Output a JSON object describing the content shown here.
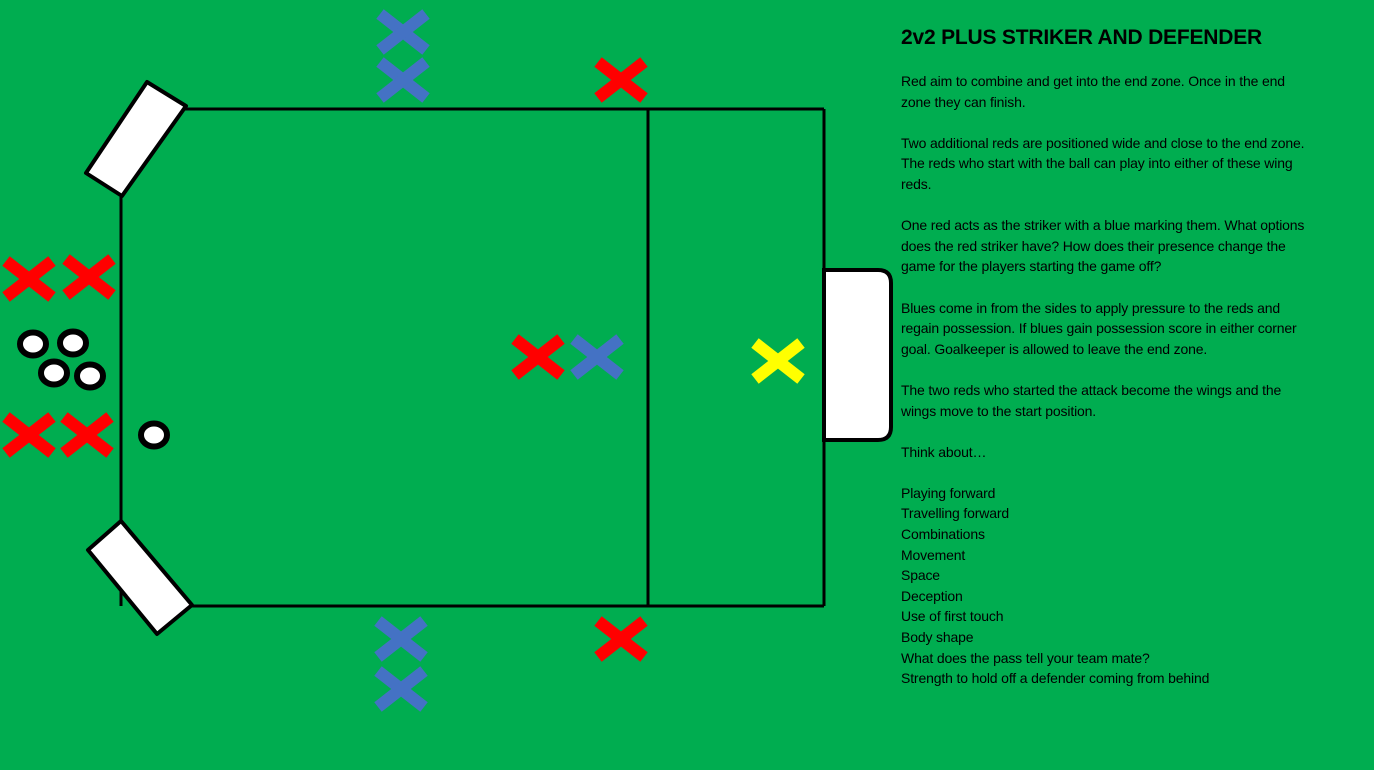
{
  "title": "2v2 PLUS STRIKER AND DEFENDER",
  "paragraphs": [
    [
      "Red aim to combine and get into the end zone. Once in the end",
      "zone they can finish."
    ],
    [
      "Two additional reds are positioned wide and close to the end zone.",
      "The reds who start with the ball can play into either of these wing",
      "reds."
    ],
    [
      "One red acts as the striker with a blue marking them. What options",
      "does the red striker have? How does their presence change the",
      "game for the players starting the game off?"
    ],
    [
      "Blues come in from the sides to apply pressure to the reds and",
      "regain possession. If blues gain possession score in either corner",
      "goal. Goalkeeper is allowed to leave the end zone."
    ],
    [
      "The two reds who started the attack become the wings and the",
      "wings move to the start position."
    ],
    [
      "Think about…"
    ]
  ],
  "think_about": [
    "Playing forward",
    "Travelling forward",
    "Combinations",
    "Movement",
    "Space",
    "Deception",
    "Use of first touch",
    "Body shape",
    "What does the pass tell your team mate?",
    "Strength to hold off a defender coming from behind"
  ],
  "colors": {
    "pitch": "#00AD50",
    "red": "#FF0000",
    "blue": "#4472C4",
    "goalkeeper": "#FFFF00"
  }
}
